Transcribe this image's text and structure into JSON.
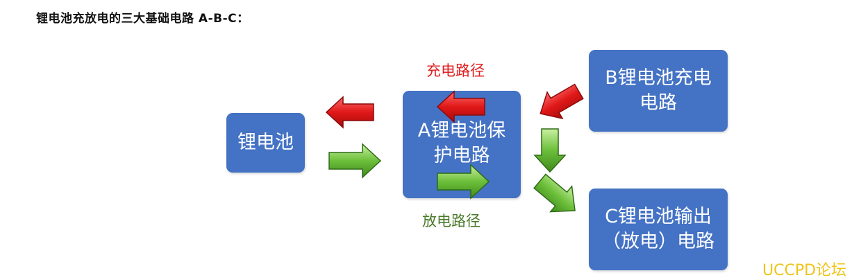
{
  "title": "锂电池充放电的三大基础电路 A-B-C：",
  "boxes": {
    "battery": "锂电池",
    "protect_line1": "A锂电池保",
    "protect_line2": "护电路",
    "charge_line1": "B锂电池充电",
    "charge_line2": "电路",
    "output_line1": "C锂电池输出",
    "output_line2": "（放电）电路"
  },
  "labels": {
    "charge_path": "充电路径",
    "discharge_path": "放电路径"
  },
  "watermark": "UCCPD论坛",
  "colors": {
    "box": "#4472c4",
    "charge_arrow": "#e02020",
    "discharge_arrow": "#6cbf3a",
    "charge_label": "#e02020",
    "discharge_label": "#4a7a2a"
  }
}
